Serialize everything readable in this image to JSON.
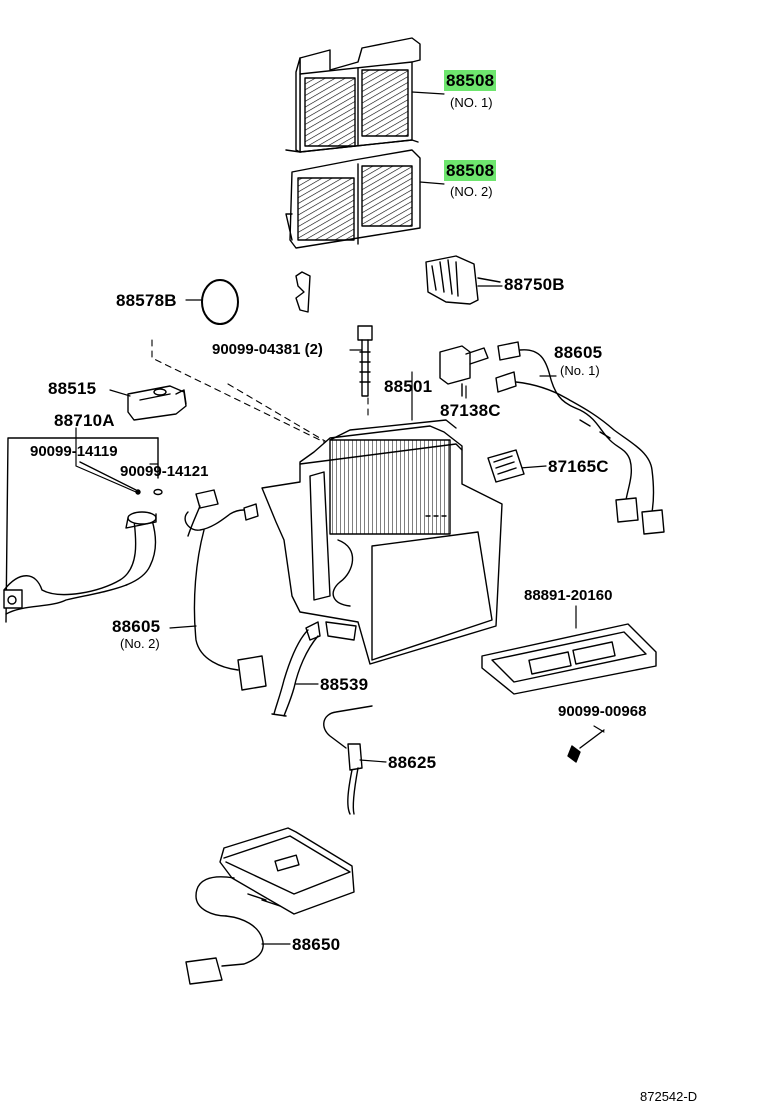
{
  "diagram": {
    "part_labels": [
      {
        "id": "p88508_1",
        "text": "88508",
        "sub": "(NO. 1)",
        "highlighted": true
      },
      {
        "id": "p88508_2",
        "text": "88508",
        "sub": "(NO. 2)",
        "highlighted": true
      },
      {
        "id": "p88578b",
        "text": "88578B"
      },
      {
        "id": "p88750b",
        "text": "88750B"
      },
      {
        "id": "p90099_04381",
        "text": "90099-04381 (2)"
      },
      {
        "id": "p88605_1",
        "text": "88605",
        "sub": "(No. 1)"
      },
      {
        "id": "p88515",
        "text": "88515"
      },
      {
        "id": "p88501",
        "text": "88501"
      },
      {
        "id": "p87138c",
        "text": "87138C"
      },
      {
        "id": "p88710a",
        "text": "88710A"
      },
      {
        "id": "p90099_14119",
        "text": "90099-14119"
      },
      {
        "id": "p90099_14121",
        "text": "90099-14121"
      },
      {
        "id": "p87165c",
        "text": "87165C"
      },
      {
        "id": "p88891_20160",
        "text": "88891-20160"
      },
      {
        "id": "p88605_2",
        "text": "88605",
        "sub": "(No. 2)"
      },
      {
        "id": "p88539",
        "text": "88539"
      },
      {
        "id": "p90099_00968",
        "text": "90099-00968"
      },
      {
        "id": "p88625",
        "text": "88625"
      },
      {
        "id": "p88650",
        "text": "88650"
      }
    ],
    "reference": "872542-D",
    "colors": {
      "highlight": "#6ee66e",
      "line": "#000000",
      "background": "#ffffff"
    }
  }
}
